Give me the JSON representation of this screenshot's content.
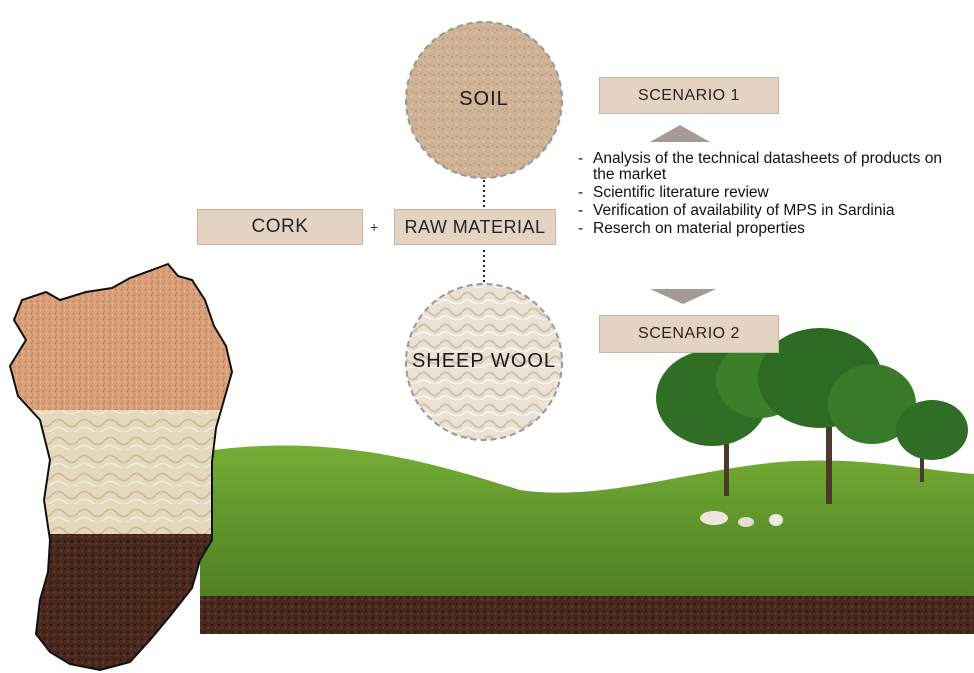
{
  "circles": {
    "soil": {
      "label": "SOIL"
    },
    "sheep_wool": {
      "label": "SHEEP WOOL"
    }
  },
  "boxes": {
    "cork": "CORK",
    "raw_material": "RAW MATERIAL",
    "scenario_1": "SCENARIO 1",
    "scenario_2": "SCENARIO 2"
  },
  "plus": "+",
  "bullets": [
    "Analysis of the technical datasheets of products on the market",
    "Scientific literature review",
    "Verification of availability of MPS in Sardinia",
    "Reserch on material properties"
  ],
  "colors": {
    "box_fill": "#e4d3c3",
    "cork_texture": "#d9a07a",
    "wool_texture": "#e9dcc4",
    "soil_texture": "#4a2a1e",
    "grass": "#5f9a2e",
    "arrow": "#a49b97"
  }
}
